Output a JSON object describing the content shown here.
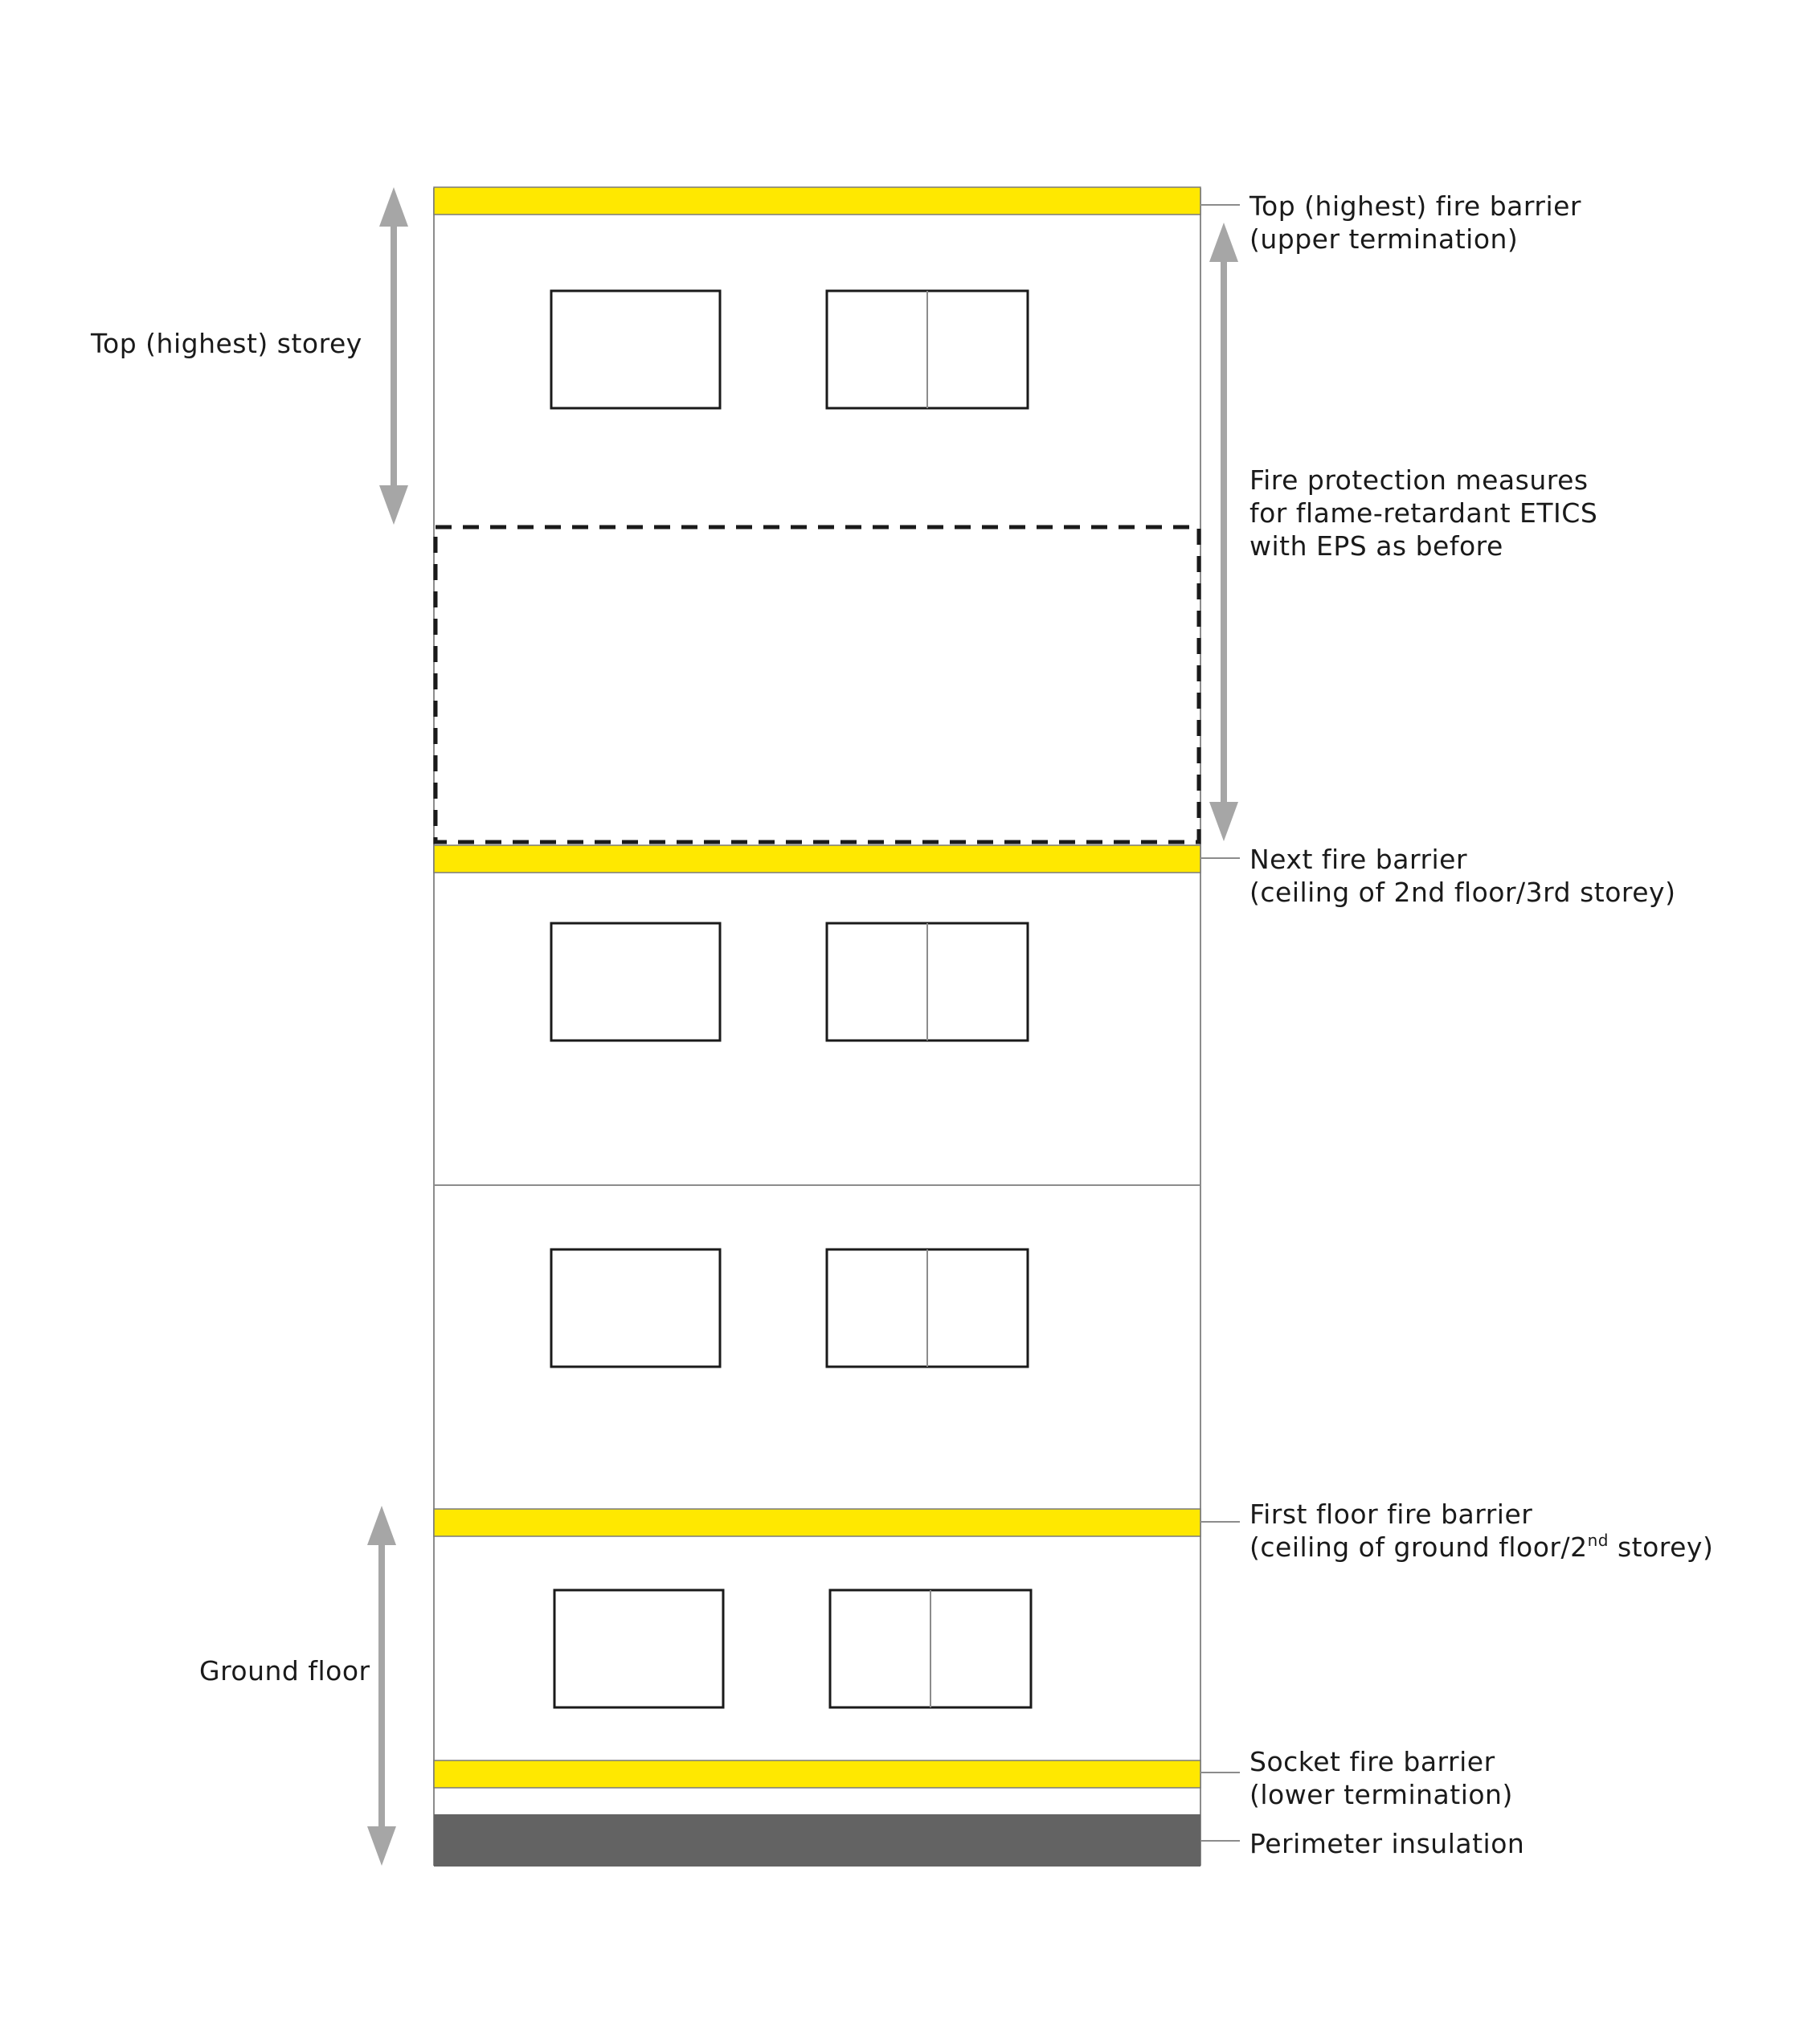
{
  "labels": {
    "top_storey": "Top (highest) storey",
    "ground_floor": "Ground floor",
    "fire_protection": {
      "line1": "Fire protection measures",
      "line2": "for flame-retardant ETICS",
      "line3": "with EPS as before"
    },
    "top_barrier": {
      "line1": "Top (highest) fire barrier",
      "line2": "(upper termination)"
    },
    "next_barrier": {
      "line1": "Next fire barrier",
      "line2": "(ceiling of 2nd floor/3rd storey)"
    },
    "first_floor_barrier": {
      "line1": "First floor fire barrier",
      "line2_pre": "(ceiling of ground floor/2",
      "line2_sup": "nd",
      "line2_post": " storey)"
    },
    "socket_barrier": {
      "line1": "Socket fire barrier",
      "line2": "(lower termination)"
    },
    "perimeter": "Perimeter insulation"
  },
  "colors": {
    "fire_barrier": "#ffe800",
    "perimeter_insulation": "#636363",
    "dimension_arrow": "#a6a6a6",
    "outline": "#1a1a1a",
    "hidden_storeys_dashed": "#1a1a1a"
  }
}
